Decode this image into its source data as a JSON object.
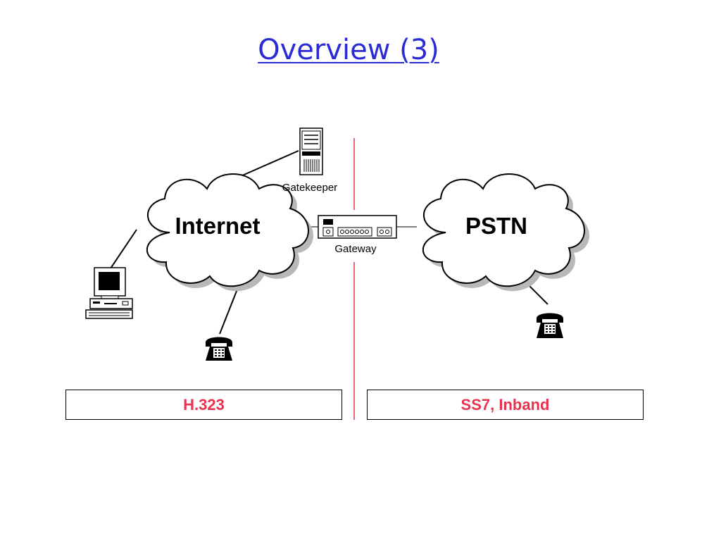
{
  "slide": {
    "title": "Overview (3)"
  },
  "diagram": {
    "clouds": {
      "internet": "Internet",
      "pstn": "PSTN"
    },
    "devices": {
      "gatekeeper": "Gatekeeper",
      "gateway": "Gateway"
    },
    "protocols": {
      "internet_side": "H.323",
      "pstn_side": "SS7, Inband"
    }
  },
  "colors": {
    "title": "#2b2bd6",
    "protocol_text": "#e8324f",
    "divider": "#e0304a"
  },
  "icons": [
    "cloud-icon",
    "server-tower-icon",
    "gateway-device-icon",
    "desktop-computer-icon",
    "telephone-icon"
  ]
}
